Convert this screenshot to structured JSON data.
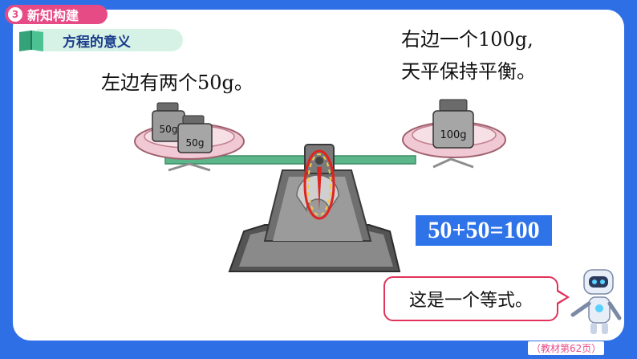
{
  "header": {
    "section_number": "3",
    "section_title": "新知构建",
    "topic": "方程的意义"
  },
  "texts": {
    "left_caption": "左边有两个50g。",
    "right_caption_line1": "右边一个100g,",
    "right_caption_line2": "天平保持平衡。",
    "equation": "50+50=100",
    "bubble": "这是一个等式。",
    "page_ref": "（教材第62页）"
  },
  "weights": {
    "left_1": "50g",
    "left_2": "50g",
    "right": "100g"
  },
  "colors": {
    "background": "#2f6fe6",
    "badge": "#e64b86",
    "topic_bar": "#d6f2e7",
    "beam": "#5db58a",
    "pan": "#f1c9d4",
    "pointer": "#e0231f",
    "equation_box": "#2f73e8"
  },
  "icons": [
    "book-icon",
    "robot-icon"
  ]
}
